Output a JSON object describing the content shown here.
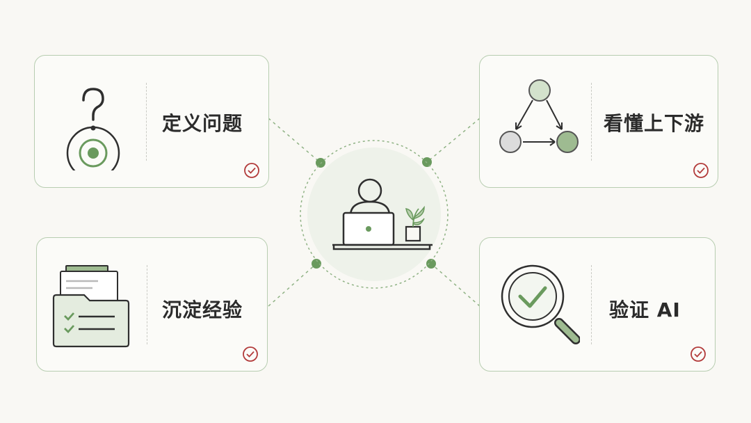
{
  "cards": [
    {
      "label": "定义问题",
      "icon": "question-target-icon"
    },
    {
      "label": "看懂上下游",
      "icon": "flow-graph-icon"
    },
    {
      "label": "沉淀经验",
      "icon": "folder-checklist-icon"
    },
    {
      "label": "验证 AI",
      "icon": "magnifier-check-icon"
    }
  ],
  "center": {
    "icon": "person-at-laptop-icon"
  },
  "colors": {
    "accent_green": "#6a9a5e",
    "light_green": "#b8cfae",
    "stroke": "#2f2f2f",
    "check_red": "#b23a3a",
    "card_border": "#b7cdb0"
  }
}
